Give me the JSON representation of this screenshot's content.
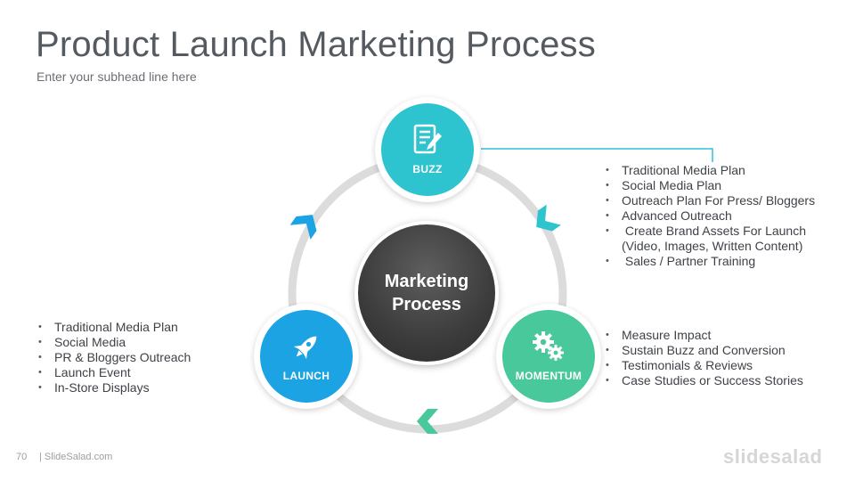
{
  "title": "Product Launch Marketing Process",
  "subtitle": "Enter your subhead line here",
  "center": {
    "line1": "Marketing",
    "line2": "Process"
  },
  "nodes": {
    "buzz": {
      "label": "BUZZ",
      "icon": "document-pen-icon",
      "color": "#2ec4cf"
    },
    "momentum": {
      "label": "MOMENTUM",
      "icon": "gears-icon",
      "color": "#48c89b"
    },
    "launch": {
      "label": "LAUNCH",
      "icon": "rocket-icon",
      "color": "#1ba3e4"
    }
  },
  "buzz_points": [
    "Traditional Media Plan",
    "Social Media Plan",
    "Outreach Plan For Press/ Bloggers",
    "Advanced Outreach",
    " Create Brand Assets For Launch",
    "(Video, Images, Written Content)",
    " Sales / Partner Training"
  ],
  "momentum_points": [
    "Measure Impact",
    "Sustain Buzz and Conversion",
    "Testimonials & Reviews",
    "Case Studies or Success Stories"
  ],
  "launch_points": [
    "Traditional Media Plan",
    "Social Media",
    "PR & Bloggers Outreach",
    "Launch Event",
    "In-Store Displays"
  ],
  "footer": {
    "page_number": "70",
    "brand": "| SlideSalad.com",
    "logo": "slidesalad"
  },
  "colors": {
    "ring": "#dcdcdc",
    "connector": "#2ec4cf",
    "center_dark": "#3c3c3c"
  }
}
